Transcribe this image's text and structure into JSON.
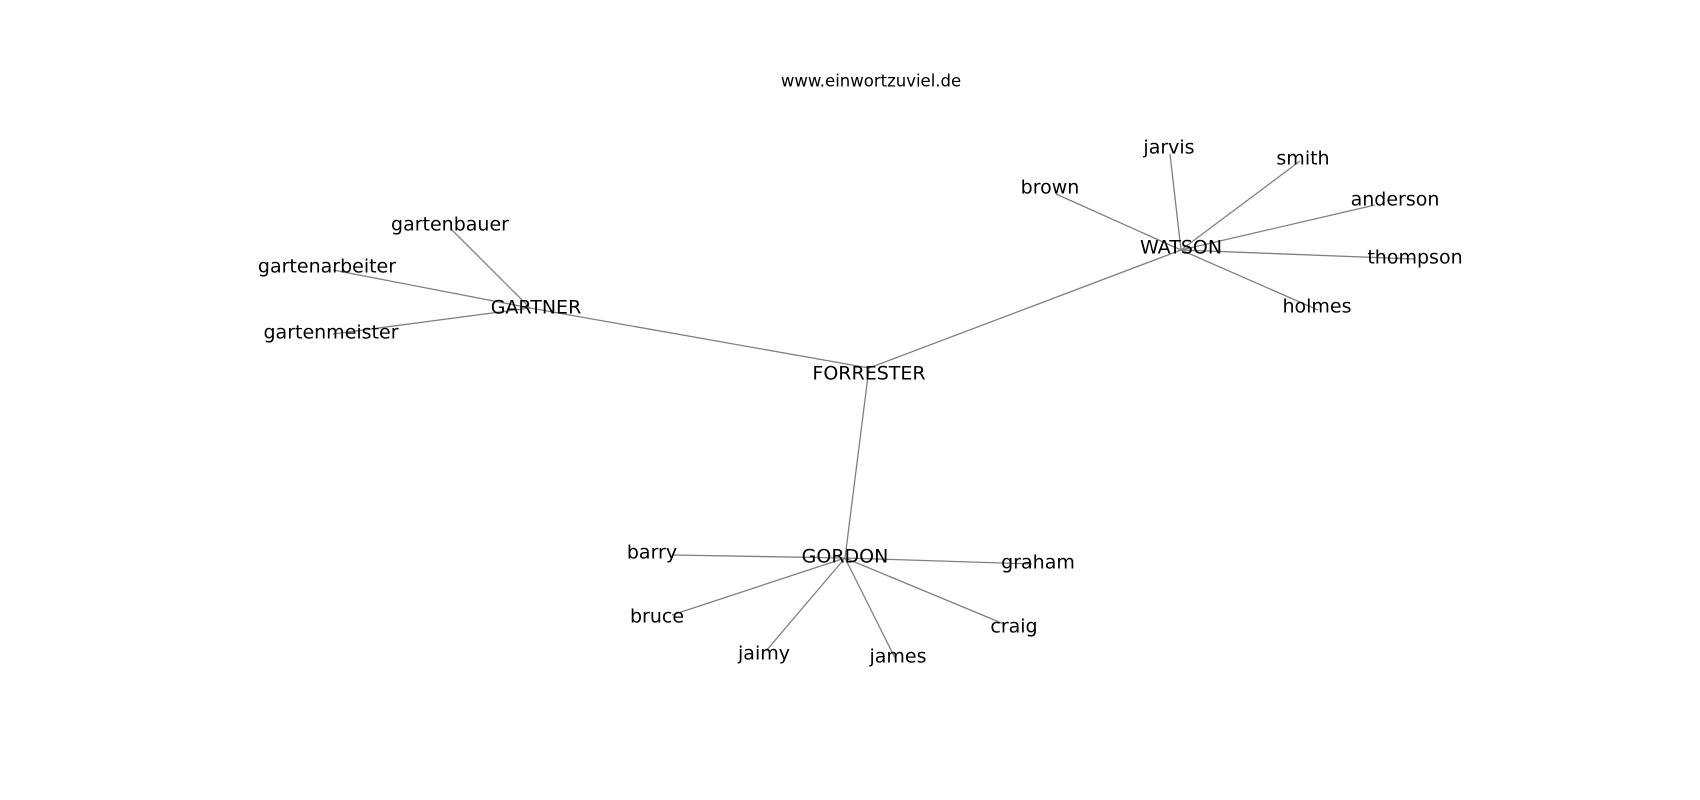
{
  "title": "www.einwortzuviel.de",
  "nodes": {
    "forrester": "FORRESTER",
    "gartner": "GARTNER",
    "watson": "WATSON",
    "gordon": "GORDON",
    "gartenbauer": "gartenbauer",
    "gartenarbeiter": "gartenarbeiter",
    "gartenmeister": "gartenmeister",
    "jarvis": "jarvis",
    "smith": "smith",
    "brown": "brown",
    "anderson": "anderson",
    "thompson": "thompson",
    "holmes": "holmes",
    "barry": "barry",
    "graham": "graham",
    "bruce": "bruce",
    "craig": "craig",
    "jaimy": "jaimy",
    "james": "james"
  },
  "edges": [
    [
      "forrester",
      "gartner"
    ],
    [
      "forrester",
      "watson"
    ],
    [
      "forrester",
      "gordon"
    ],
    [
      "gartner",
      "gartenbauer"
    ],
    [
      "gartner",
      "gartenarbeiter"
    ],
    [
      "gartner",
      "gartenmeister"
    ],
    [
      "watson",
      "jarvis"
    ],
    [
      "watson",
      "smith"
    ],
    [
      "watson",
      "brown"
    ],
    [
      "watson",
      "anderson"
    ],
    [
      "watson",
      "thompson"
    ],
    [
      "watson",
      "holmes"
    ],
    [
      "gordon",
      "barry"
    ],
    [
      "gordon",
      "graham"
    ],
    [
      "gordon",
      "bruce"
    ],
    [
      "gordon",
      "craig"
    ],
    [
      "gordon",
      "jaimy"
    ],
    [
      "gordon",
      "james"
    ]
  ]
}
